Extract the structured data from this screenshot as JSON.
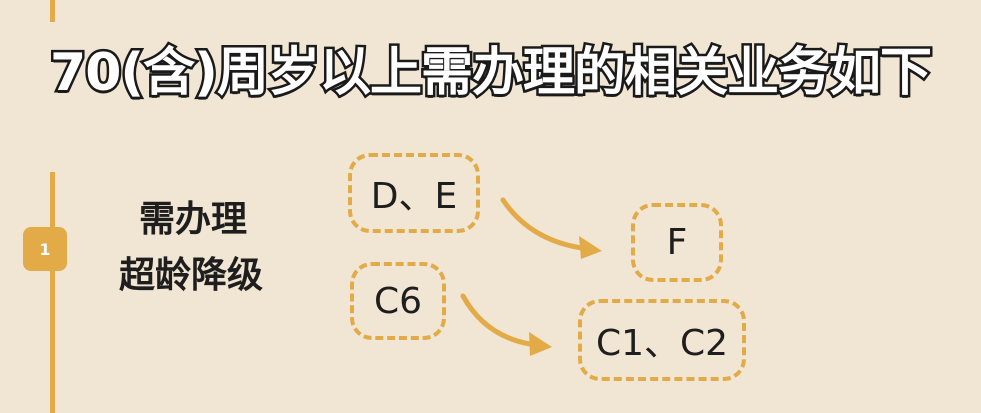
{
  "title": "70(含)周岁以上需办理的相关业务如下",
  "step": {
    "number": "1",
    "label_line1": "需办理",
    "label_line2": "超龄降级"
  },
  "from_boxes": {
    "de": "D、E",
    "c6": "C6"
  },
  "to_boxes": {
    "f": "F",
    "c1c2": "C1、C2"
  },
  "colors": {
    "background": "#f1e5d3",
    "accent": "#e2ab48",
    "text": "#1e1e1e"
  }
}
